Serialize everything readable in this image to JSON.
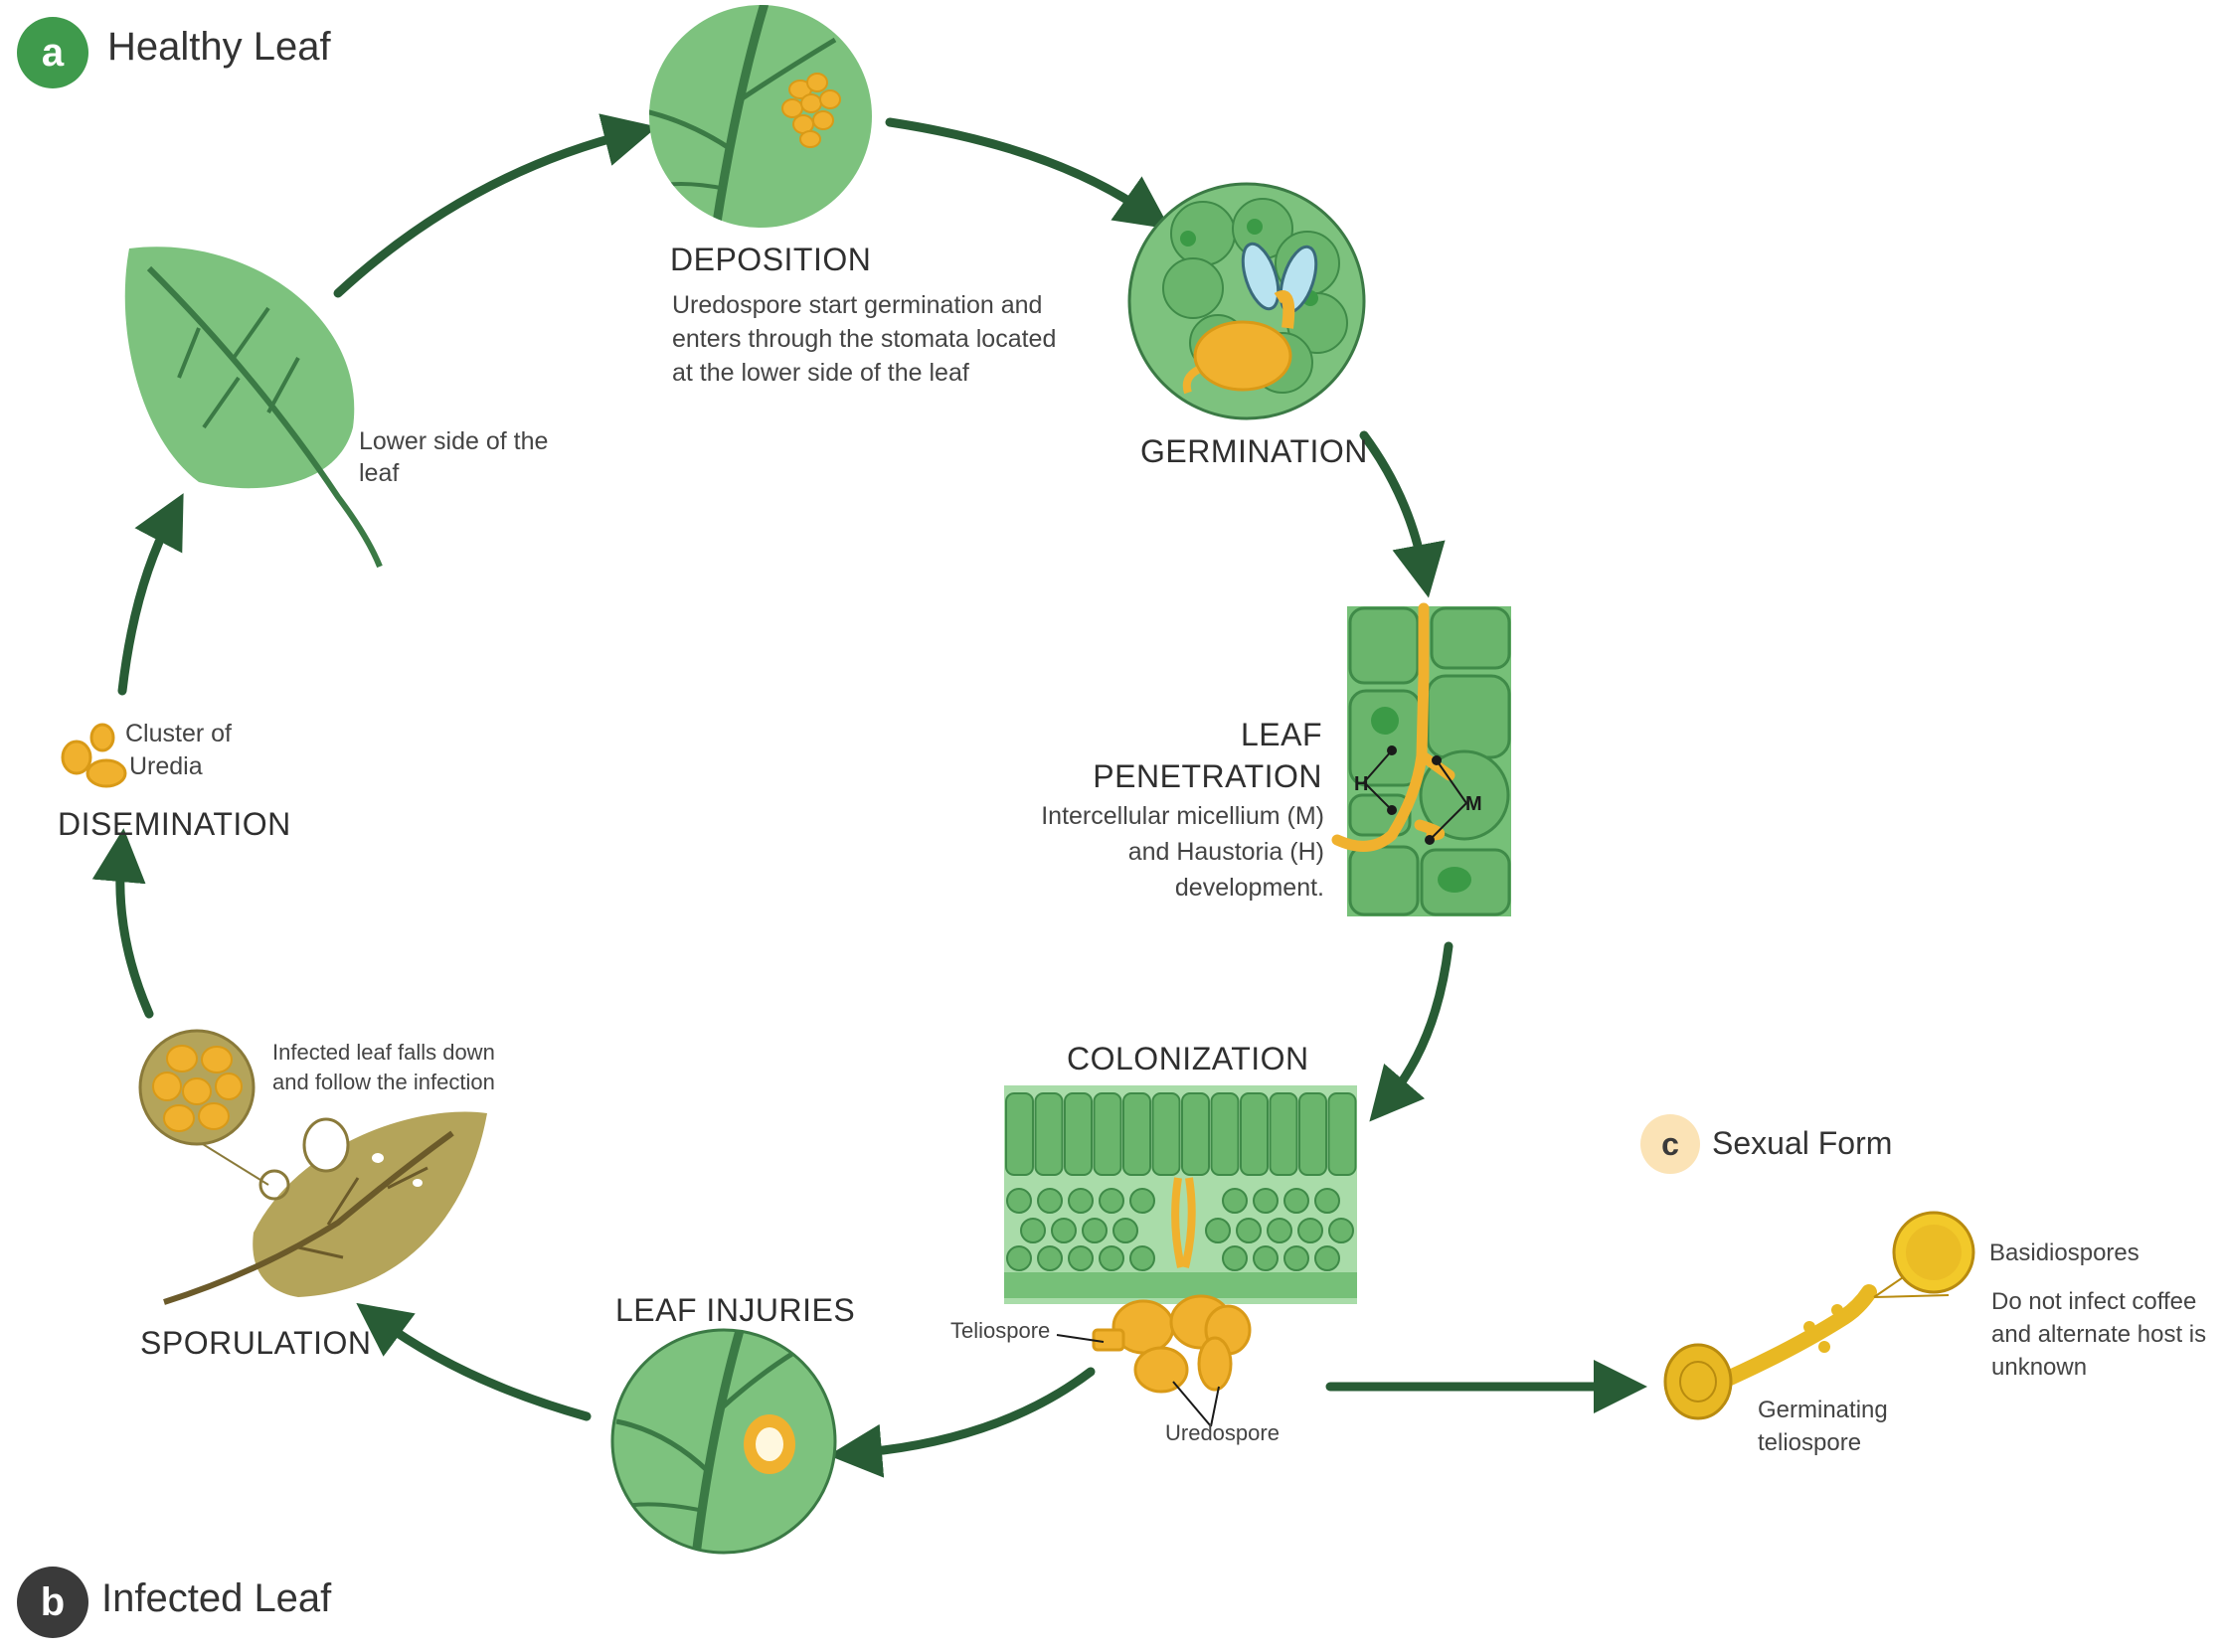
{
  "sections": {
    "a": {
      "letter": "a",
      "title": "Healthy Leaf"
    },
    "b": {
      "letter": "b",
      "title": "Infected Leaf"
    },
    "c": {
      "letter": "c",
      "title": "Sexual Form"
    }
  },
  "stages": {
    "deposition": {
      "title": "DEPOSITION",
      "desc": [
        "Uredospore start germination and",
        "enters through the stomata located",
        "at the lower side of the leaf"
      ]
    },
    "germination": {
      "title": "GERMINATION"
    },
    "penetration": {
      "title_line1": "LEAF",
      "title_line2": "PENETRATION",
      "desc": [
        "Intercellular micellium (M)",
        "and Haustoria (H)",
        "development."
      ],
      "marker_h": "H",
      "marker_m": "M"
    },
    "colonization": {
      "title": "COLONIZATION",
      "teliospore": "Teliospore",
      "uredospore": "Uredospore"
    },
    "injuries": {
      "title": "LEAF INJURIES"
    },
    "sporulation": {
      "title": "SPORULATION",
      "note": [
        "Infected leaf falls down",
        "and follow the infection"
      ]
    },
    "disemination": {
      "title": "DISEMINATION",
      "cluster": [
        "Cluster of",
        "Uredia"
      ]
    },
    "healthy_leaf": {
      "note": [
        "Lower side of the",
        "leaf"
      ]
    }
  },
  "sexual_form": {
    "basidiospores": "Basidiospores",
    "note": [
      "Do not infect coffee",
      "and alternate host is",
      "unknown"
    ],
    "germinating": [
      "Germinating",
      "teliospore"
    ]
  },
  "colors": {
    "arrow": "#285c35",
    "leaf_green": "#76c078",
    "leaf_dark": "#3b7a45",
    "spore": "#f0b12e",
    "infected_leaf": "#b4a45a"
  }
}
